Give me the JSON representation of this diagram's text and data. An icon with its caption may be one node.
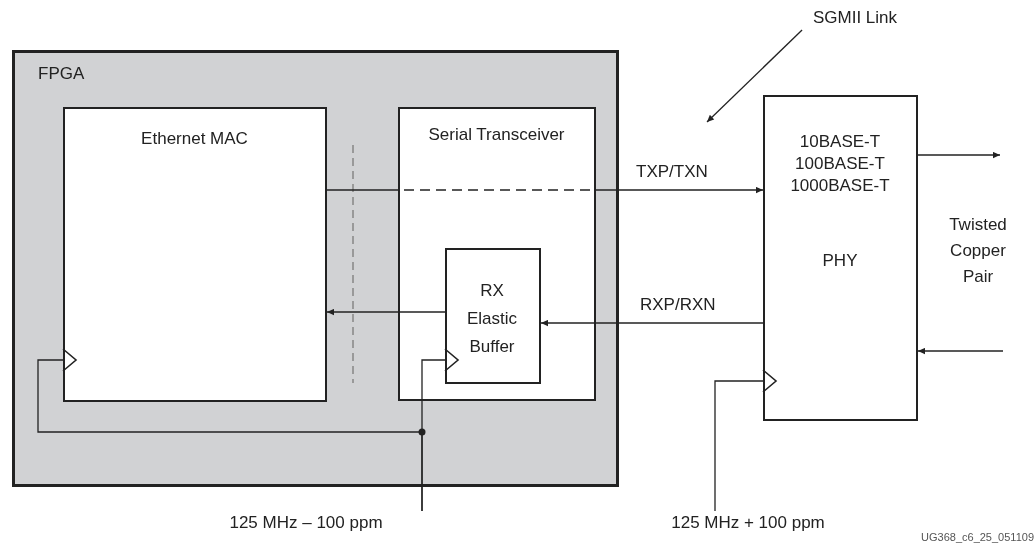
{
  "diagram": {
    "nodes": [
      {
        "text": [
          "FPGA"
        ]
      },
      {
        "text": [
          "Ethernet MAC"
        ],
        "in": 0
      },
      {
        "text": [
          "Serial Transceiver"
        ],
        "in": 0
      },
      {
        "text": [
          "RX Elastic Buffer"
        ],
        "in": 2
      },
      {
        "text": [
          "10BASE-T 100BASE-T 1000BASE-T",
          "PHY"
        ]
      },
      {
        "text": [
          "SGMII Link"
        ]
      },
      {
        "text": [
          "125 MHz – 100 ppm"
        ]
      },
      {
        "text": [
          "125 MHz + 100 ppm"
        ]
      }
    ],
    "edges": [
      {
        "from": 1,
        "to": 4,
        "arrow": "to",
        "label": "TXP/TXN",
        "style": "dashed"
      },
      {
        "from": 4,
        "to": 3,
        "arrow": "to",
        "label": "RXP/RXN"
      },
      {
        "from": 3,
        "to": 1,
        "arrow": "to"
      },
      {
        "from": 4,
        "to": null,
        "arrow": "to"
      },
      {
        "from": null,
        "to": 4,
        "arrow": "to"
      },
      {
        "from": 5,
        "to": null,
        "arrow": "to"
      },
      {
        "from": 6,
        "to": 3,
        "arrow": "to"
      },
      {
        "from": 6,
        "to": 1,
        "arrow": "to"
      },
      {
        "from": 7,
        "to": 4,
        "arrow": "to"
      }
    ],
    "labels": [
      "Twisted Copper Pair",
      "UG368_c6_25_051109"
    ]
  }
}
